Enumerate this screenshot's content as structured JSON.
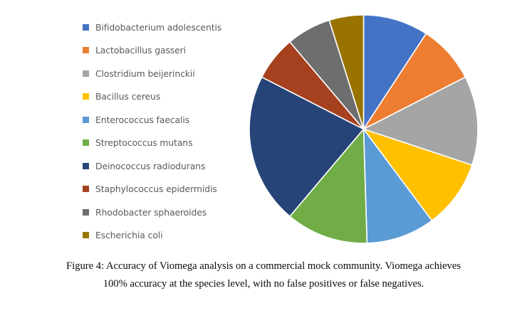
{
  "figure": {
    "caption_line1": "Figure 4: Accuracy of Viomega analysis on a commercial mock community. Viomega achieves",
    "caption_line2": "100% accuracy at the species level, with no false positives or false negatives."
  },
  "chart_data": {
    "type": "pie",
    "title": "",
    "legend_position": "left",
    "start_angle_deg": 0,
    "direction": "clockwise",
    "categories": [
      "Bifidobacterium adolescentis",
      "Lactobacillus gasseri",
      "Clostridium beijerinckii",
      "Bacillus cereus",
      "Enterococcus faecalis",
      "Streptococcus mutans",
      "Deinococcus radiodurans",
      "Staphylococcus epidermidis",
      "Rhodobacter sphaeroides",
      "Escherichia coli"
    ],
    "values": [
      9.5,
      8.5,
      13.0,
      10.0,
      10.0,
      12.0,
      22.0,
      6.5,
      6.5,
      5.0
    ],
    "colors": [
      "#4472C4",
      "#ED7D31",
      "#A5A5A5",
      "#FFC000",
      "#5B9BD5",
      "#70AD47",
      "#264478",
      "#A5411F",
      "#6E6E6E",
      "#997300"
    ]
  },
  "legend": {
    "items": [
      {
        "label": "Bifidobacterium adolescentis",
        "color": "#4472C4",
        "icon": "legend-square-icon"
      },
      {
        "label": "Lactobacillus gasseri",
        "color": "#ED7D31",
        "icon": "legend-square-icon"
      },
      {
        "label": "Clostridium beijerinckii",
        "color": "#A5A5A5",
        "icon": "legend-square-icon"
      },
      {
        "label": "Bacillus cereus",
        "color": "#FFC000",
        "icon": "legend-square-icon"
      },
      {
        "label": "Enterococcus faecalis",
        "color": "#5B9BD5",
        "icon": "legend-square-icon"
      },
      {
        "label": "Streptococcus mutans",
        "color": "#70AD47",
        "icon": "legend-square-icon"
      },
      {
        "label": "Deinococcus radiodurans",
        "color": "#264478",
        "icon": "legend-square-icon"
      },
      {
        "label": "Staphylococcus epidermidis",
        "color": "#A5411F",
        "icon": "legend-square-icon"
      },
      {
        "label": "Rhodobacter sphaeroides",
        "color": "#6E6E6E",
        "icon": "legend-square-icon"
      },
      {
        "label": "Escherichia coli",
        "color": "#997300",
        "icon": "legend-square-icon"
      }
    ]
  }
}
